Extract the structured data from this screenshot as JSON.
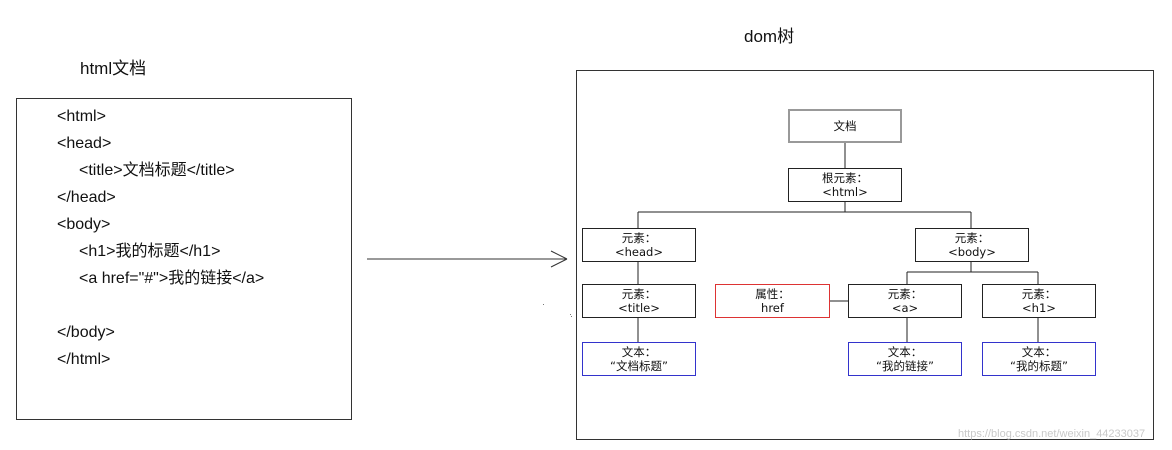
{
  "html_doc": {
    "title": "html文档",
    "lines": [
      "<html>",
      "<head>",
      "<title>文档标题</title>",
      "</head>",
      "<body>",
      "<h1>我的标题</h1>",
      "<a href=\"#\">我的链接</a>",
      "</body>",
      "</html>"
    ]
  },
  "dom_tree": {
    "title": "dom树",
    "nodes": {
      "document": {
        "label": "文档"
      },
      "html": {
        "label": "根元素：",
        "tag": "<html>"
      },
      "head": {
        "label": "元素：",
        "tag": "<head>"
      },
      "body": {
        "label": "元素：",
        "tag": "<body>"
      },
      "title": {
        "label": "元素：",
        "tag": "<title>"
      },
      "attr_href": {
        "label": "属性：",
        "tag": "href"
      },
      "a": {
        "label": "元素：",
        "tag": "<a>"
      },
      "h1": {
        "label": "元素：",
        "tag": "<h1>"
      },
      "text_title": {
        "label": "文本：",
        "tag": "“文档标题”"
      },
      "text_link": {
        "label": "文本：",
        "tag": "“我的链接”"
      },
      "text_heading": {
        "label": "文本：",
        "tag": "“我的标题”"
      }
    }
  },
  "watermark": "https://blog.csdn.net/weixin_44233037",
  "colors": {
    "document_border": "#999999",
    "attribute_border": "#dd3333",
    "text_border": "#3333cc"
  }
}
